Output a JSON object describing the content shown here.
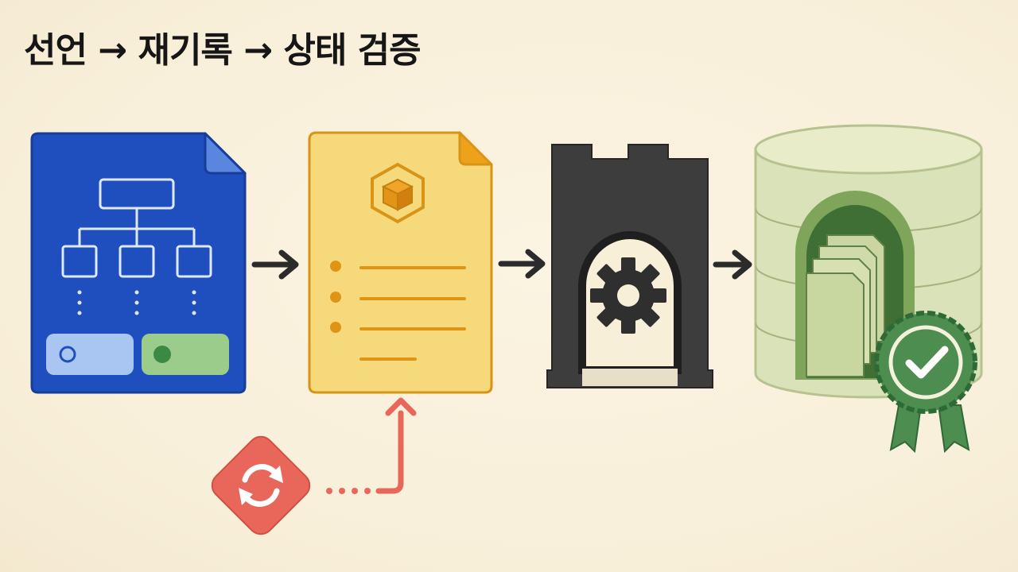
{
  "title": "선언 → 재기록 → 상태 검증",
  "stages": [
    {
      "name": "declaration-document",
      "icon": "hierarchy-diagram-document-icon"
    },
    {
      "name": "rewrite-document",
      "icon": "package-cube-document-icon"
    },
    {
      "name": "gate",
      "icon": "gear-gate-icon"
    },
    {
      "name": "state-store",
      "icon": "database-with-documents-icon"
    }
  ],
  "verification_badge_icon": "check-ribbon-badge-icon",
  "reconcile_loop_icon": "refresh-cycle-icon",
  "colors": {
    "background": "#f9f1dd",
    "declaration_blue": "#1f4fbf",
    "rewrite_yellow": "#f6d97a",
    "rewrite_orange": "#d99415",
    "gate_dark": "#3a3a3a",
    "store_green": "#d9e2b8",
    "badge_green": "#4d8d4f",
    "loop_red": "#e8675a",
    "arrow_dark": "#2b2b2b"
  }
}
